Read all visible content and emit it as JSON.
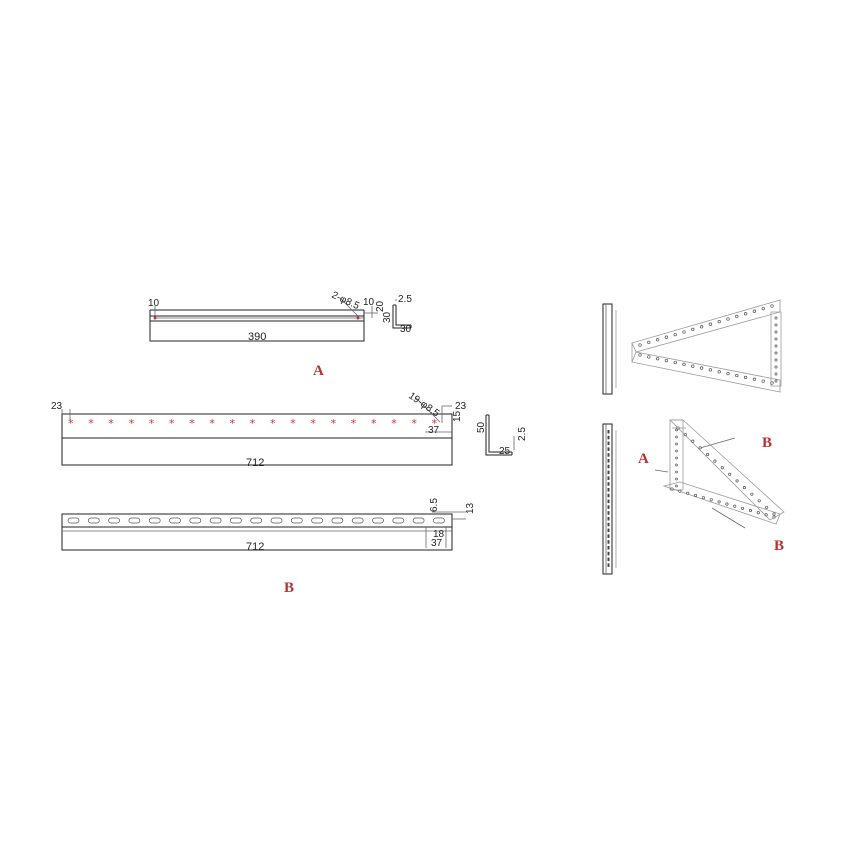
{
  "drawing_a": {
    "part_label": "A",
    "length": "390",
    "edge_offset": "10",
    "end_offset": "10",
    "hole_spec": "2-φ8.5",
    "profile_width": "30",
    "profile_height": "20",
    "thickness": "2.5",
    "profile_side": "30"
  },
  "drawing_b1": {
    "length": "712",
    "edge_offset_left": "23",
    "edge_offset_right": "23",
    "hole_spec": "19-φ8.5",
    "end_gap": "37",
    "small_dim": "15",
    "profile_height": "50",
    "profile_width": "25",
    "thickness": "2.5"
  },
  "drawing_b2": {
    "length": "712",
    "slot_offset": "6.5",
    "slot_width": "13",
    "end_gap": "37",
    "small_dim": "18"
  },
  "part_label_b": "B",
  "assembly": {
    "label_a": "A",
    "label_b_top": "B",
    "label_b_bottom": "B"
  }
}
